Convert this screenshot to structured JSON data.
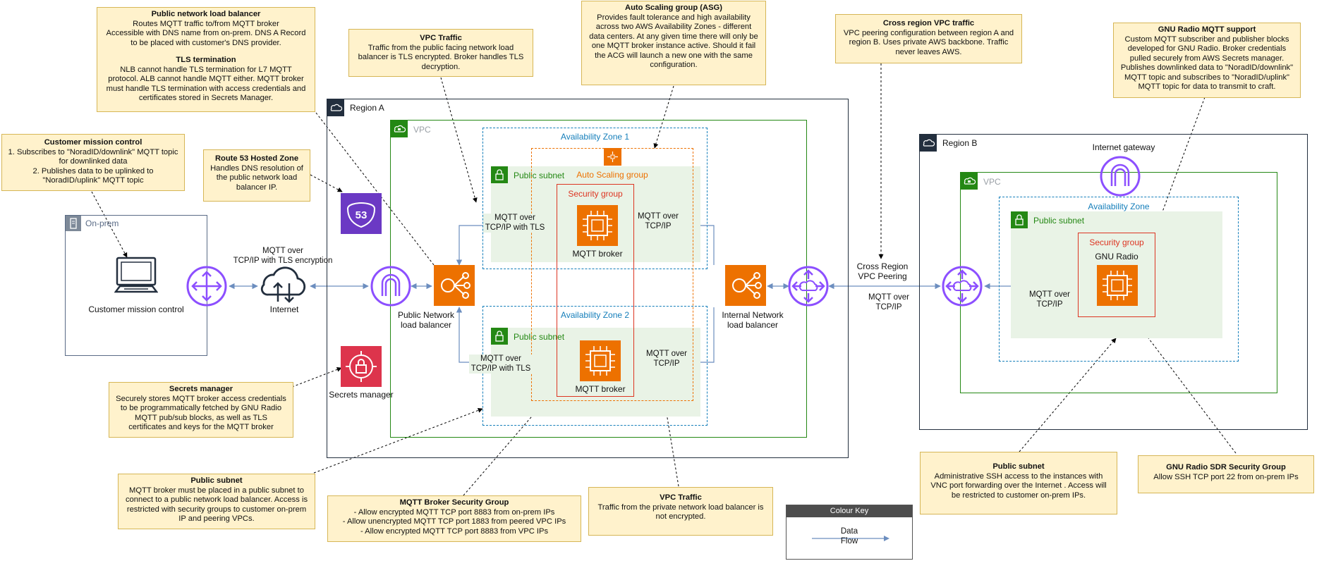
{
  "regions": {
    "region_a": "Region A",
    "region_b": "Region B",
    "onprem": "On-prem",
    "vpc_a": "VPC",
    "vpc_b": "VPC",
    "az1": "Availability Zone 1",
    "az2": "Availability Zone 2",
    "az_b": "Availability Zone",
    "asg": "Auto Scaling group",
    "subnet_a1": "Public subnet",
    "subnet_a2": "Public subnet",
    "subnet_b": "Public subnet",
    "sg_a": "Security group",
    "sg_b": "Security group"
  },
  "nodes": {
    "customer": "Customer mission control",
    "internet": "Internet",
    "public_nlb": "Public Network\nload balancer",
    "secrets": "Secrets manager",
    "broker1": "MQTT broker",
    "broker2": "MQTT broker",
    "internal_nlb": "Internal Network\nload balancer",
    "internet_gateway": "Internet gateway",
    "gnu_radio": "GNU Radio",
    "peering": "Cross Region\nVPC Peering"
  },
  "edges": {
    "internet_tls": "MQTT over\nTCP/IP with TLS encryption",
    "az1_tls": "MQTT over\nTCP/IP with TLS",
    "az1_tcp": "MQTT over\nTCP/IP",
    "az2_tls": "MQTT over\nTCP/IP with TLS",
    "az2_tcp": "MQTT over\nTCP/IP",
    "peering_tcp": "MQTT over\nTCP/IP",
    "gnu_tcp": "MQTT over\nTCP/IP"
  },
  "notes": {
    "public_nlb": {
      "title": "Public network load balancer",
      "body": "Routes MQTT traffic to/from MQTT broker\nAccessible with DNS name from on-prem. DNS A Record\nto be placed with customer's DNS provider."
    },
    "tls": {
      "title": "TLS termination",
      "body": "NLB cannot handle TLS termination for L7 MQTT\nprotocol. ALB cannot handle MQTT either. MQTT broker\nmust handle TLS termination with access credentials and\ncertificates stored in Secrets Manager."
    },
    "customer": {
      "title": "Customer mission control",
      "body": "1. Subscribes to \"NoradID/downlink\" MQTT topic\nfor downlinked data\n2. Publishes data to be uplinked to\n\"NoradID/uplink\" MQTT topic"
    },
    "route53": {
      "title": "Route 53 Hosted Zone",
      "body": "Handles DNS resolution of\nthe public network load\nbalancer IP."
    },
    "vpc_traffic_1": {
      "title": "VPC Traffic",
      "body": "Traffic from the public facing network load\nbalancer is TLS encrypted. Broker handles TLS\ndecryption."
    },
    "asg": {
      "title": "Auto Scaling group (ASG)",
      "body": "Provides fault tolerance and high availability\nacross two AWS Availability Zones - different\ndata centers. At any given time there will only be\none MQTT broker instance active. Should it fail\nthe ACG will launch a new one with the same\nconfiguration."
    },
    "cross_region": {
      "title": "Cross region VPC traffic",
      "body": "VPC peering configuration between region A and\nregion B. Uses private AWS backbone. Traffic\nnever leaves AWS."
    },
    "gnu_mqtt": {
      "title": "GNU Radio MQTT support",
      "body": "Custom MQTT subscriber and publisher blocks\ndeveloped for GNU Radio. Broker credentials\npulled securely from AWS Secrets manager.\nPublishes downlinked data to \"NoradID/downlink\"\nMQTT topic and subscribes to  \"NoradID/uplink\"\nMQTT topic for data to transmit to craft."
    },
    "secrets": {
      "title": "Secrets manager",
      "body": "Securely stores MQTT broker access credentials\nto be programmatically fetched by GNU Radio\nMQTT pub/sub blocks, as well as TLS\ncertificates and keys for the MQTT broker"
    },
    "public_subnet_a": {
      "title": "Public subnet",
      "body": "MQTT broker must be placed in a public subnet to\nconnect to a public network load balancer. Access is\nrestricted with security groups to customer on-prem\nIP and peering VPCs."
    },
    "broker_sg": {
      "title": "MQTT Broker Security Group",
      "body": "- Allow encrypted MQTT TCP port 8883 from on-prem IPs\n- Allow unencrypted MQTT TCP port 1883 from peered VPC IPs\n- Allow encrypted MQTT TCP port 8883 from VPC IPs"
    },
    "vpc_traffic_2": {
      "title": "VPC Traffic",
      "body": "Traffic from the private network load balancer is\nnot encrypted."
    },
    "public_subnet_b": {
      "title": "Public subnet",
      "body": "Administrative SSH access to the instances with\nVNC port forwarding over the Internet . Access will\nbe restricted to customer on-prem IPs."
    },
    "gnu_sg": {
      "title": "GNU Radio SDR Security Group",
      "body": "Allow SSH TCP port 22 from on-prem IPs"
    }
  },
  "legend": {
    "title": "Colour Key",
    "item": "Data\nFlow"
  },
  "colors": {
    "aws_orange": "#ed7100",
    "aws_purple": "#8c4fff",
    "route53_purple": "#6b39c4",
    "secrets_red": "#dd344c",
    "vpc_green": "#248814",
    "az_blue": "#147eba",
    "sg_red": "#dd3522",
    "subnet_fill": "#e9f3e6",
    "note_fill": "#fff2cc",
    "edge_blue": "#6c8ebf"
  }
}
